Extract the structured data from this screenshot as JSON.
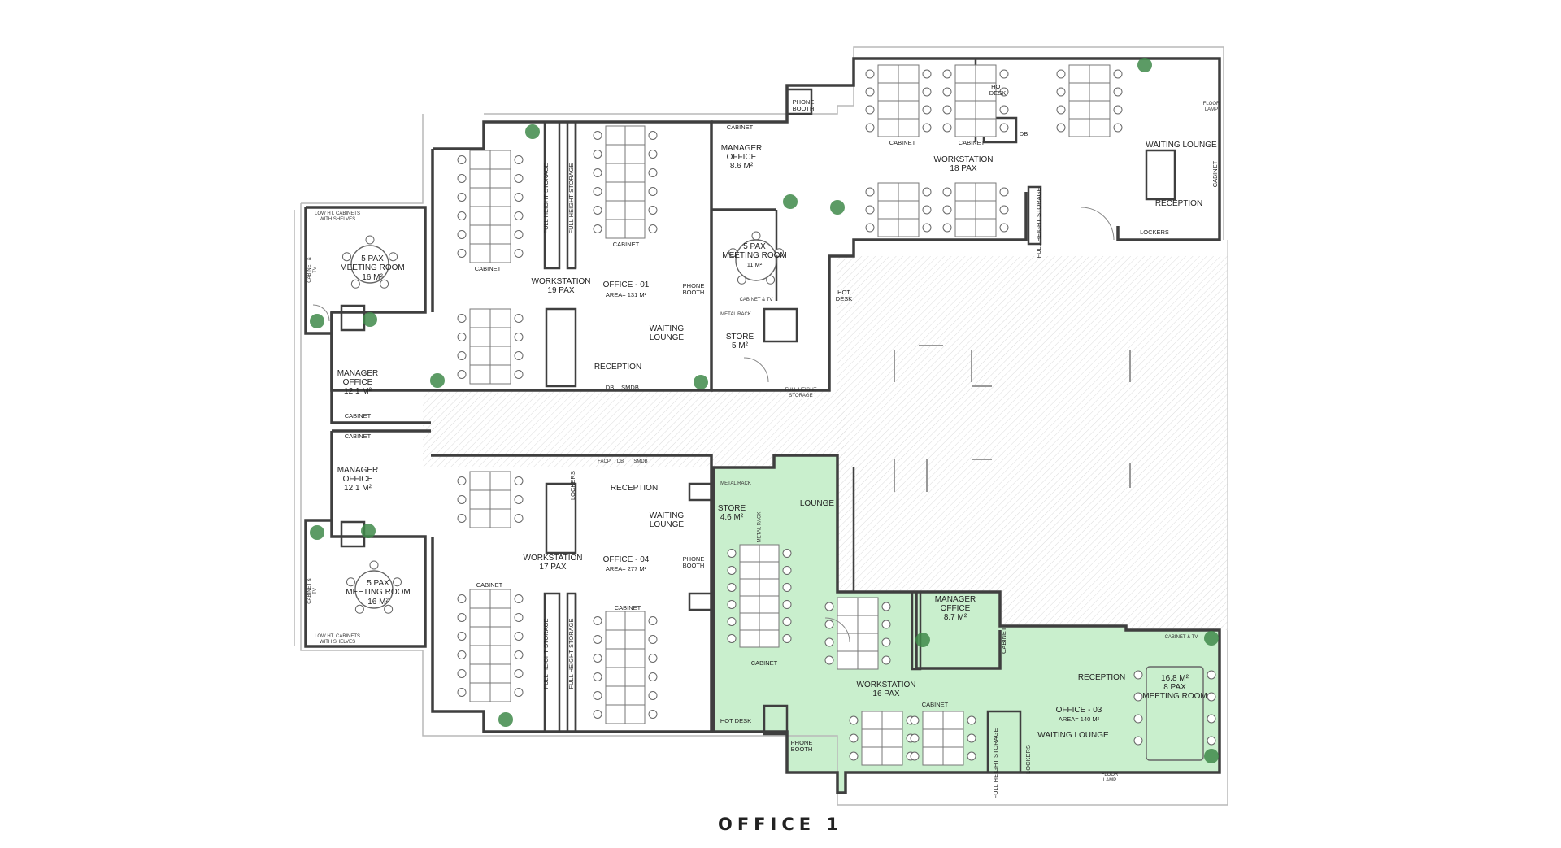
{
  "title": "OFFICE 1",
  "colors": {
    "wall": "#3f3f3f",
    "highlight": "#c9efcd",
    "plant": "#3f8a4a",
    "hatch": "#d6d6d6",
    "desk": "#777777"
  },
  "labels": {
    "wl_mtg_title": "5 PAX\nMEETING ROOM",
    "wl_mtg_area": "16 M²",
    "wl_mtg2_title": "5 PAX\nMEETING ROOM",
    "wl_mtg2_area": "16 M²",
    "low_cab_1": "LOW HT. CABINETS\nWITH SHELVES",
    "low_cab_2": "LOW HT. CABINETS\nWITH SHELVES",
    "cab_tv_1": "CABINET & TV",
    "cab_tv_2": "CABINET & TV",
    "mgr_a": "MANAGER\nOFFICE\n12.1 M²",
    "mgr_b": "MANAGER\nOFFICE\n12.1 M²",
    "cabinet_a": "CABINET",
    "cabinet_b": "CABINET",
    "o1_ws": "WORKSTATION\n19 PAX",
    "o1_name": "OFFICE - 01",
    "o1_area": "AREA= 131 M²",
    "o1_wait": "WAITING\nLOUNGE",
    "o1_rec": "RECEPTION",
    "o1_cab1": "CABINET",
    "o1_cab2": "CABINET",
    "o1_fhs1": "FULL HEIGHT STORAGE",
    "o1_fhs2": "FULL HEIGHT STORAGE",
    "o1_db": "DB",
    "o1_smdb": "SMDB",
    "o1_phone": "PHONE\nBOOTH",
    "o2_mgr": "MANAGER\nOFFICE\n8.6 M²",
    "o2_mtg": "5 PAX\nMEETING ROOM",
    "o2_mtg_area": "11 M²",
    "o2_store": "STORE\n5 M²",
    "o2_hot": "HOT\nDESK",
    "o2_cab": "CABINET",
    "o2_cab_tv": "CABINET & TV",
    "o2_metal": "METAL RACK",
    "o2_fhs": "FULL HEIGHT STORAGE",
    "o2_ws": "WORKSTATION\n18 PAX",
    "o2_hot2": "HOT\nDESK",
    "o2_db": "DB",
    "o2_phone": "PHONE\nBOOTH",
    "o2_wait": "WAITING LOUNGE",
    "o2_rec": "RECEPTION",
    "o2_lockers": "LOCKERS",
    "o2_cab2": "CABINET",
    "o2_cab3": "CABINET",
    "o2_cab4": "CABINET",
    "o2_fhs2": "FULL HEIGHT STORAGE",
    "o2_lamp": "FLOOR\nLAMP",
    "o4_facp": "FACP",
    "o4_db": "DB",
    "o4_smdb": "SMDB",
    "o4_rec": "RECEPTION",
    "o4_wait": "WAITING\nLOUNGE",
    "o4_ws": "WORKSTATION\n17 PAX",
    "o4_name": "OFFICE - 04",
    "o4_area": "AREA= 277 M²",
    "o4_phone": "PHONE\nBOOTH",
    "o4_cab1": "CABINET",
    "o4_cab2": "CABINET",
    "o4_fhs1": "FULL HEIGHT STORAGE",
    "o4_fhs2": "FULL HEIGHT STORAGE",
    "o4_lockers": "LOCKERS",
    "o3_store": "STORE\n4.6 M²",
    "o3_lounge": "LOUNGE",
    "o3_mgr": "MANAGER\nOFFICE\n8.7 M²",
    "o3_rec": "RECEPTION",
    "o3_mtg": "16.8 M²\n8 PAX\nMEETING ROOM",
    "o3_ws": "WORKSTATION\n16 PAX",
    "o3_name": "OFFICE - 03",
    "o3_area": "AREA= 140 M²",
    "o3_wait": "WAITING LOUNGE",
    "o3_hot": "HOT DESK",
    "o3_phone": "PHONE\nBOOTH",
    "o3_cab": "CABINET",
    "o3_cab2": "CABINET",
    "o3_cab3": "CABINET",
    "o3_lockers": "LOCKERS",
    "o3_fhs": "FULL HEIGHT STORAGE",
    "o3_cab_tv": "CABINET & TV",
    "o3_metal": "METAL RACK",
    "o3_metal2": "METAL RACK",
    "o3_lamp": "FLOOR\nLAMP"
  }
}
